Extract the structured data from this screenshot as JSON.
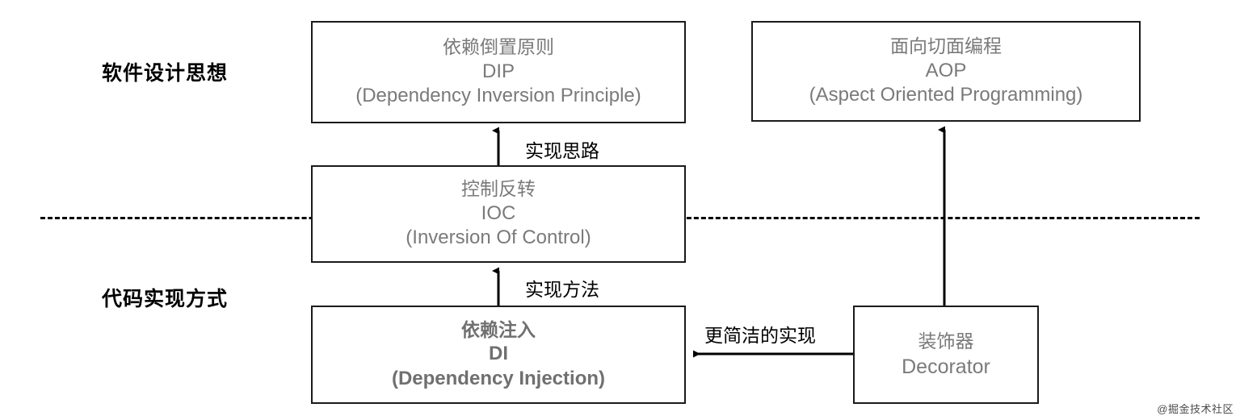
{
  "diagram": {
    "row_labels": [
      {
        "id": "design",
        "text": "软件设计思想"
      },
      {
        "id": "code",
        "text": "代码实现方式"
      }
    ],
    "nodes": [
      {
        "id": "dip",
        "cn": "依赖倒置原则",
        "abbr": "DIP",
        "full": "(Dependency Inversion Principle)",
        "emphasis": "normal"
      },
      {
        "id": "aop",
        "cn": "面向切面编程",
        "abbr": "AOP",
        "full": "(Aspect Oriented Programming)",
        "emphasis": "normal"
      },
      {
        "id": "ioc",
        "cn": "控制反转",
        "abbr": "IOC",
        "full": "(Inversion Of Control)",
        "emphasis": "normal"
      },
      {
        "id": "di",
        "cn": "依赖注入",
        "abbr": "DI",
        "full": "(Dependency Injection)",
        "emphasis": "bold"
      },
      {
        "id": "decorator",
        "cn": "装饰器",
        "abbr": "Decorator",
        "full": "",
        "emphasis": "normal"
      }
    ],
    "edges": [
      {
        "id": "ioc-dip",
        "from": "ioc",
        "to": "dip",
        "label": "实现思路"
      },
      {
        "id": "di-ioc",
        "from": "di",
        "to": "ioc",
        "label": "实现方法"
      },
      {
        "id": "decorator-di",
        "from": "decorator",
        "to": "di",
        "label": "更简洁的实现"
      },
      {
        "id": "decorator-aop",
        "from": "decorator",
        "to": "aop",
        "label": ""
      }
    ],
    "divider": {
      "style": "dashed",
      "label": ""
    },
    "watermark": "@掘金技术社区",
    "colors": {
      "box_border": "#1a1a1a",
      "box_text": "#7a7a7a",
      "label_text": "#000000",
      "connector": "#000000",
      "background": "#ffffff"
    }
  }
}
